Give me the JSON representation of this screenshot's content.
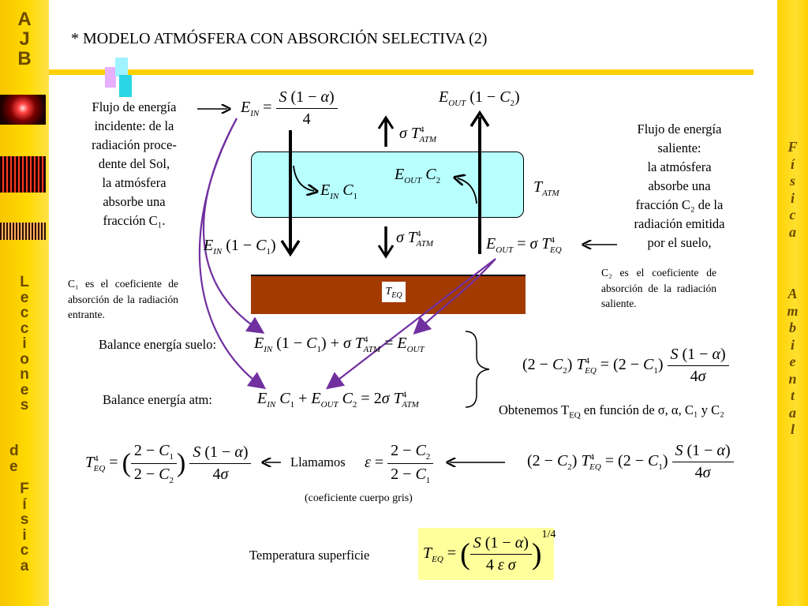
{
  "sidebar_left": {
    "initials": [
      "A",
      "J",
      "B"
    ],
    "vertical_text": [
      "L",
      "e",
      "c",
      "c",
      "i",
      "o",
      "n",
      "e",
      "s"
    ],
    "vertical_text_2": [
      "d",
      "e"
    ],
    "vertical_text_3": [
      "F",
      "í",
      "s",
      "i",
      "c",
      "a"
    ]
  },
  "sidebar_right": {
    "word1": [
      "F",
      "í",
      "s",
      "i",
      "c",
      "a"
    ],
    "word2": [
      "A",
      "m",
      "b",
      "i",
      "e",
      "n",
      "t",
      "a",
      "l"
    ]
  },
  "title": "* MODELO ATMÓSFERA CON ABSORCIÓN SELECTIVA (2)",
  "incoming_text": [
    "Flujo de energía",
    "incidente: de la",
    "radiación proce-",
    "dente del Sol,",
    "la atmósfera",
    "absorbe una",
    "fracción C₁."
  ],
  "outgoing_text": [
    "Flujo de energía",
    "saliente:",
    "la atmósfera",
    "absorbe una",
    "fracción C₂ de la",
    "radiación emitida",
    "por el suelo,"
  ],
  "c1_note": "C₁ es el coeficiente de absorción de la radiación entrante.",
  "c2_note": "C₂ es el coeficiente de absorción de la radiación saliente.",
  "labels": {
    "ground_balance": "Balance energía suelo:",
    "atm_balance": "Balance energía atm:",
    "obtain": "Obtenemos T",
    "obtain_sub": "EQ",
    "obtain_rest": " en función de σ, α, C₁ y C₂",
    "call": "Llamamos",
    "gray_body": "(coeficiente cuerpo gris)",
    "surface_temp": "Temperatura superficie"
  },
  "diagram": {
    "ground_label": "T",
    "ground_label_sub": "EQ",
    "t_atm": "T",
    "t_atm_sub": "ATM"
  },
  "colors": {
    "sidebar_yellow": "#ffd900",
    "atm_fill": "#b8ffff",
    "ground_fill": "#a33a00",
    "purple_arrows": "#7030a0",
    "result_highlight": "#ffff9c"
  }
}
